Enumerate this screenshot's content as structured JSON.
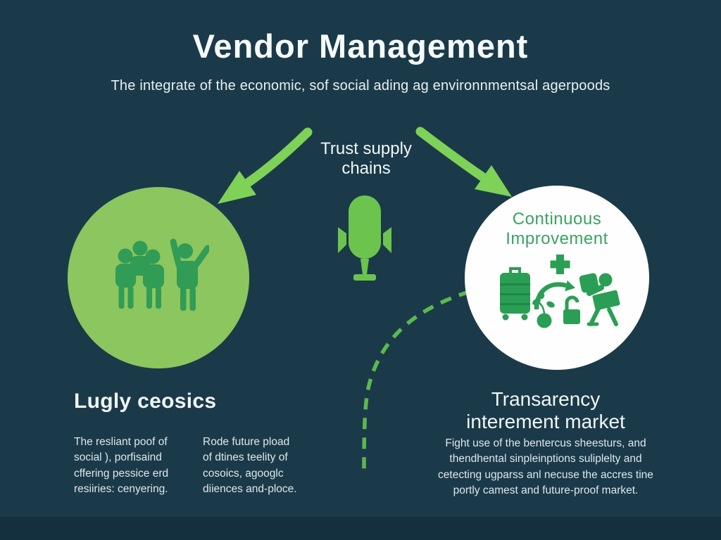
{
  "header": {
    "title": "Vendor Management",
    "subtitle": "The integrate of the economic, sof social ading ag environnmentsal agerpoods"
  },
  "center": {
    "label_line1": "Trust supply",
    "label_line2": "chains",
    "icon": "microphone-icon"
  },
  "connectors": {
    "left_arrow": "curved-arrow-left-icon",
    "right_arrow": "curved-arrow-right-icon",
    "dashed_curve": "dashed-curve-line"
  },
  "left_circle": {
    "icon": "people-group-icon"
  },
  "right_circle": {
    "title": "Continuous Improvement",
    "icons": [
      "plus-icon",
      "suitcase-icon",
      "cycle-arrow-icon",
      "plant-icon",
      "padlock-icon",
      "person-laptop-icon"
    ]
  },
  "left_section": {
    "heading": "Lugly ceosics",
    "column1_lines": [
      "The resliant poof of",
      "social ), porfisaind",
      "cffering pessice erd",
      "resiiries: cenyering."
    ],
    "column2_lines": [
      "Rode future pload",
      "of dtines teelity of",
      "cosoics, agooglc",
      "diiences and-ploce."
    ]
  },
  "right_section": {
    "heading_line1": "Transarency",
    "heading_line2": "interement market",
    "body_lines": [
      "Fight use of the bentercus sheesturs, and",
      "thendhental sinpleinptions suliplelty and",
      "cetecting ugparss anl necuse the accres tine",
      "portly camest and future-proof market."
    ]
  },
  "colors": {
    "background": "#1b3a49",
    "footer_bar": "#14303e",
    "arrow_green": "#7ed257",
    "mic_green": "#6cc44f",
    "dash_green": "#5db84e",
    "left_circle_green": "#8cc65e",
    "people_green": "#309c56",
    "icon_dark_green": "#2b9e55",
    "improvement_text_green": "#3ba265",
    "text_white": "#f3f8f9"
  }
}
